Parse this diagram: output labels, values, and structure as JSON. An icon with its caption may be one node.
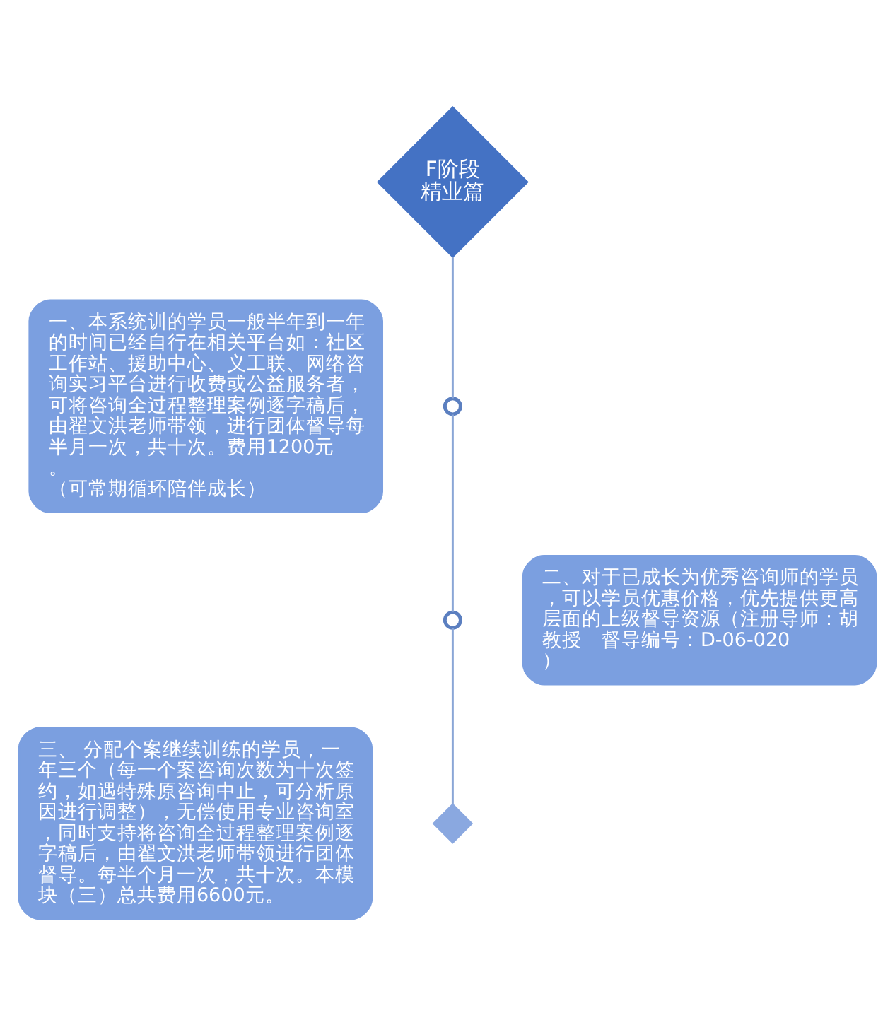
{
  "diagram": {
    "nodes": [
      {
        "text": [
          "F阶段",
          "精业篇"
        ]
      },
      {
        "text": [],
        "shape": "circle"
      },
      {
        "text": [
          "一、本系统训的学员一般半年到一年的时间已经自行在相关平台如：社区工作站、援助中心、义工联、网络咨询实习平台进行收费或公益服务者，可将咨询全过程整理案例逐字稿后，由翟文洪老师带领，进行团体督导每半月一次，共十次。费用1200元。",
          "（可常期循环陪伴成长）"
        ]
      },
      {
        "text": [],
        "shape": "circle"
      },
      {
        "text": [
          "二、对于已成长为优秀咨询师的学员，可以学员优惠价格，优先提供更高层面的上级督导资源（注册导师：胡教授　督导编号：D-06-020）"
        ]
      },
      {
        "text": [
          "三、 分配个案继续训练的学员，一年三个（每一个案咨询次数为十次签约，如遇特殊原咨询中止，可分析原因进行调整），无偿使用专业咨询室，同时支持将咨询全过程整理案例逐字稿后，由翟文洪老师带领进行团体督导。每半个月一次，共十次。本模块（三）总共费用6600元。"
        ]
      },
      {
        "text": [],
        "shape": "diamond"
      }
    ],
    "edges": [
      {
        "from": 0,
        "to": 1,
        "arrow": "none"
      },
      {
        "from": 1,
        "to": 3,
        "arrow": "none"
      },
      {
        "from": 3,
        "to": 6,
        "arrow": "none"
      }
    ]
  }
}
